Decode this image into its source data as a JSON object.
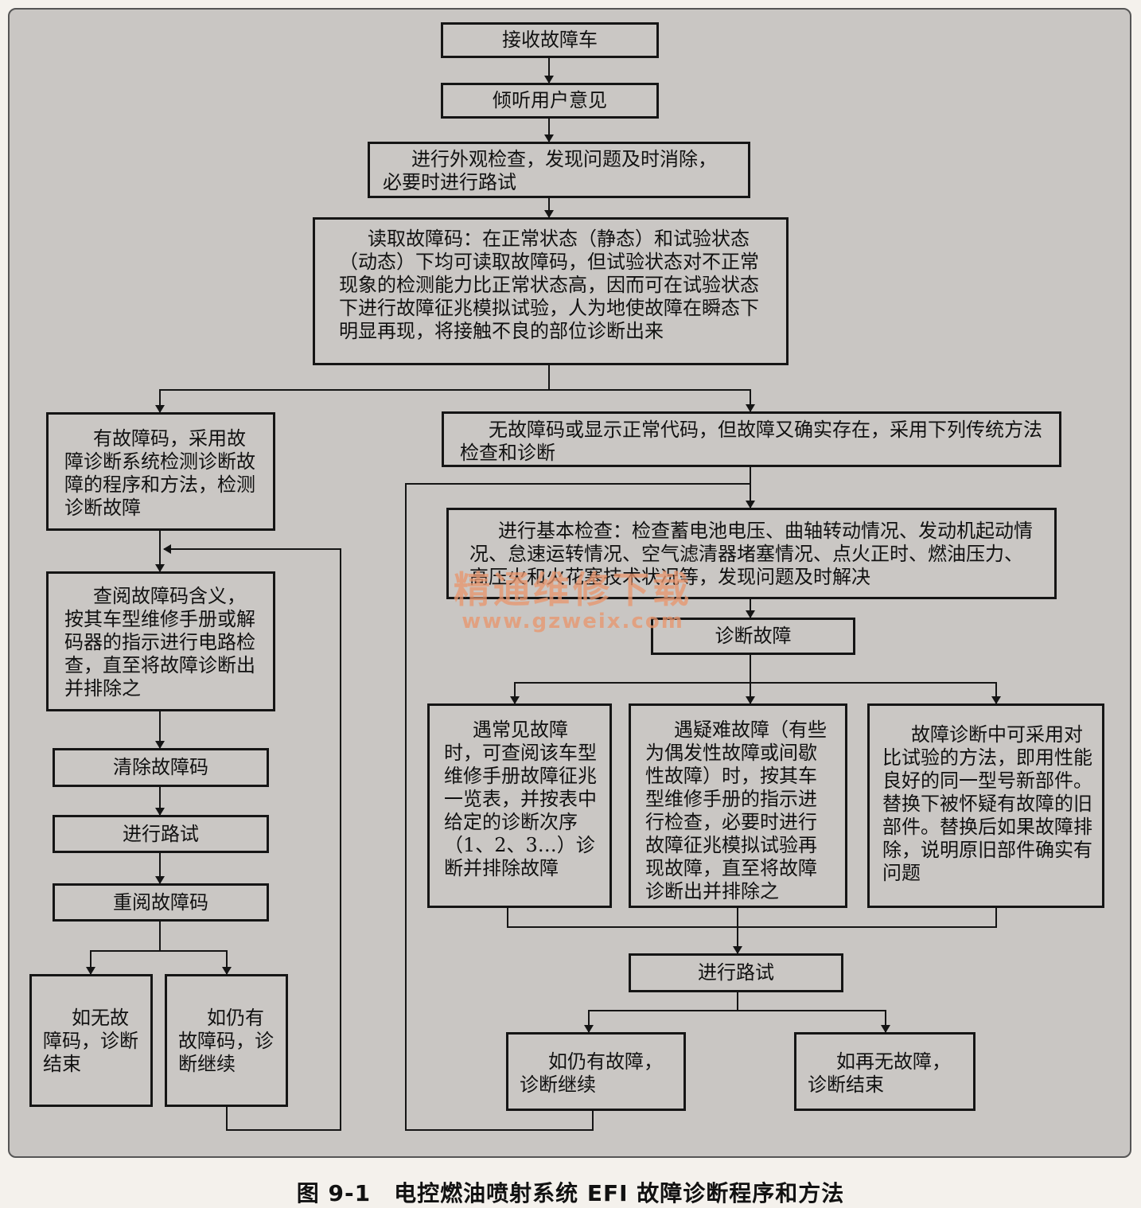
{
  "nodes": {
    "receive": "接收故障车",
    "listen": "倾听用户意见",
    "visual": "进行外观检查，发现问题及时消除，必要时进行路试",
    "read_code": "读取故障码：在正常状态（静态）和试验状态（动态）下均可读取故障码，但试验状态对不正常现象的检测能力比正常状态高，因而可在试验状态下进行故障征兆模拟试验，人为地使故障在瞬态下明显再现，将接触不良的部位诊断出来",
    "has_code": "有故障码，采用故障诊断系统检测诊断故障的程序和方法，检测诊断故障",
    "no_code": "无故障码或显示正常代码，但故障又确实存在，采用下列传统方法检查和诊断",
    "lookup": "查阅故障码含义，按其车型维修手册或解码器的指示进行电路检查，直至将故障诊断出并排除之",
    "clear": "清除故障码",
    "road_left": "进行路试",
    "reread": "重阅故障码",
    "no_fault_end": "如无故障码，诊断结束",
    "still_code": "如仍有故障码，诊断继续",
    "basic_check": "进行基本检查：检查蓄电池电压、曲轴转动情况、发动机起动情况、怠速运转情况、空气滤清器堵塞情况、点火正时、燃油压力、高压火和火花塞技术状况等，发现问题及时解决",
    "diagnose": "诊断故障",
    "common": "遇常见故障时，可查阅该车型维修手册故障征兆一览表，并按表中给定的诊断次序（1、2、3…）诊断并排除故障",
    "difficult": "遇疑难故障（有些为偶发性故障或间歇性故障）时，按其车型维修手册的指示进行检查，必要时进行故障征兆模拟试验再现故障，直至将故障诊断出并排除之",
    "compare": "故障诊断中可采用对比试验的方法，即用性能良好的同一型号新部件。替换下被怀疑有故障的旧部件。替换后如果故障排除，说明原旧部件确实有问题",
    "road_right": "进行路试",
    "still_fault": "如仍有故障，诊断继续",
    "no_fault_again": "如再无故障，诊断结束"
  },
  "watermark": {
    "main": "精通维修下载",
    "sub": "www.gzweix.com"
  },
  "caption": "图 9-1　电控燃油喷射系统 EFI 故障诊断程序和方法",
  "colors": {
    "panel": "#c9c6c3",
    "line": "#151515",
    "watermark": "#e8966e"
  }
}
